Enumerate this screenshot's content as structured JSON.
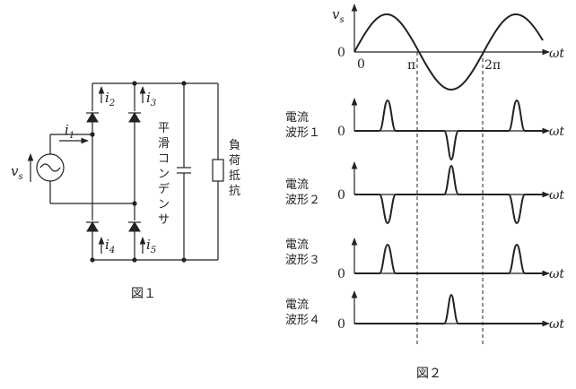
{
  "figure1": {
    "caption": "図１",
    "vs_label": "v",
    "vs_sub": "s",
    "i1": "i",
    "i1_sub": "1",
    "i2": "i",
    "i2_sub": "2",
    "i3": "i",
    "i3_sub": "3",
    "i4": "i",
    "i4_sub": "4",
    "i5": "i",
    "i5_sub": "5",
    "capacitor_label": [
      "平",
      "滑",
      "コ",
      "ン",
      "デ",
      "ン",
      "サ"
    ],
    "load_label": [
      "負",
      "荷",
      "抵",
      "抗"
    ]
  },
  "figure2": {
    "caption": "図２",
    "vs_label": "v",
    "vs_sub": "s",
    "origin_y": "0",
    "origin_x": "0",
    "pi": "π",
    "two_pi": "2π",
    "omega_t": "ωt",
    "waves": [
      {
        "line1": "電流",
        "line2": "波形１",
        "zero": "0"
      },
      {
        "line1": "電流",
        "line2": "波形２",
        "zero": "0"
      },
      {
        "line1": "電流",
        "line2": "波形３",
        "zero": "0"
      },
      {
        "line1": "電流",
        "line2": "波形４",
        "zero": "0"
      }
    ]
  }
}
